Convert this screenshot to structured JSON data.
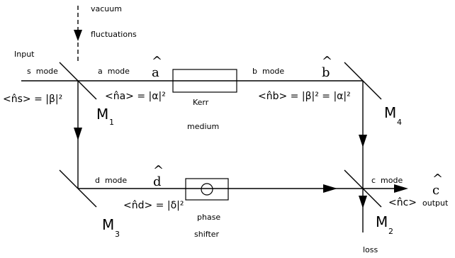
{
  "labels": {
    "vacuum": "vacuum",
    "fluctuations": "fluctuations",
    "input": "Input",
    "s_mode": "s  mode",
    "a_mode": "a  mode",
    "b_mode": "b  mode",
    "c_mode": "c  mode",
    "d_mode": "d  mode",
    "kerr": "Kerr",
    "medium": "medium",
    "phase": "phase",
    "shifter": "shifter",
    "output": "output",
    "loss": "loss"
  },
  "operators": {
    "a": "a",
    "b": "b",
    "c": "c",
    "d": "d",
    "hat": "^"
  },
  "mirrors": {
    "m1": "M",
    "m1_sub": "1",
    "m2": "M",
    "m2_sub": "2",
    "m3": "M",
    "m3_sub": "3",
    "m4": "M",
    "m4_sub": "4"
  },
  "equations": {
    "ns": "<n̂s> = |β|²",
    "na": "<n̂a> = |α|²",
    "nb": "<n̂b> = |β|² = |α|²",
    "nd": "<n̂d> = |δ|²",
    "nc": "<n̂c>"
  }
}
